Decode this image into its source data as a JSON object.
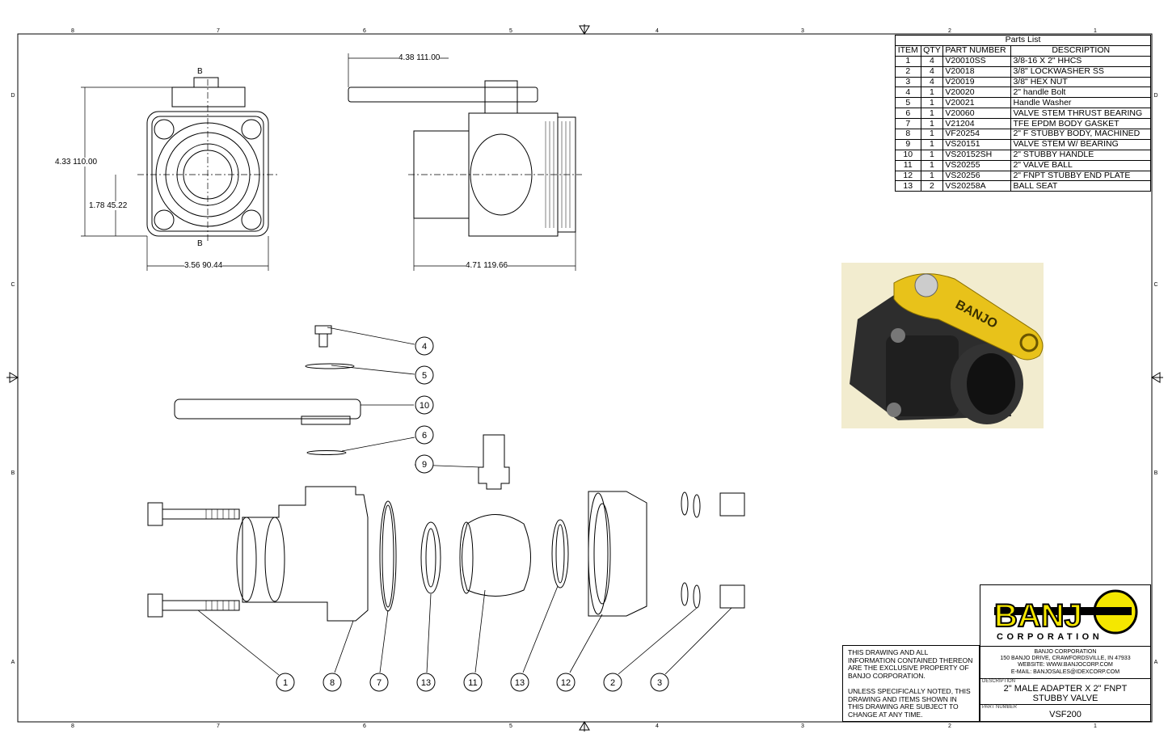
{
  "frame": {
    "columns": [
      "8",
      "7",
      "6",
      "5",
      "4",
      "3",
      "2",
      "1"
    ],
    "rows": [
      "D",
      "C",
      "B",
      "A"
    ]
  },
  "dimensions": {
    "top_handle": "4.38 111.00",
    "front_height": "4.33 110.00",
    "front_center": "1.78 45.22",
    "front_width": "3.56 90.44",
    "side_length": "4.71 119.66",
    "section_mark_top": "B",
    "section_mark_bottom": "B"
  },
  "balloons": {
    "side": [
      "4",
      "5",
      "10",
      "6",
      "9"
    ],
    "bottom": [
      "1",
      "8",
      "7",
      "13",
      "11",
      "13",
      "12",
      "2",
      "3"
    ]
  },
  "parts_list": {
    "title": "Parts List",
    "headers": [
      "ITEM",
      "QTY",
      "PART NUMBER",
      "DESCRIPTION"
    ],
    "rows": [
      [
        "1",
        "4",
        "V20010SS",
        "3/8-16 X 2\" HHCS"
      ],
      [
        "2",
        "4",
        "V20018",
        "3/8\" LOCKWASHER SS"
      ],
      [
        "3",
        "4",
        "V20019",
        "3/8\" HEX NUT"
      ],
      [
        "4",
        "1",
        "V20020",
        "2\" handle Bolt"
      ],
      [
        "5",
        "1",
        "V20021",
        "Handle Washer"
      ],
      [
        "6",
        "1",
        "V20060",
        "VALVE STEM THRUST BEARING"
      ],
      [
        "7",
        "1",
        "V21204",
        "TFE EPDM BODY GASKET"
      ],
      [
        "8",
        "1",
        "VF20254",
        "2\" F STUBBY BODY, MACHINED"
      ],
      [
        "9",
        "1",
        "VS20151",
        "VALVE STEM W/ BEARING"
      ],
      [
        "10",
        "1",
        "VS20152SH",
        "2\" STUBBY HANDLE"
      ],
      [
        "11",
        "1",
        "VS20255",
        "2\" VALVE BALL"
      ],
      [
        "12",
        "1",
        "VS20256",
        "2\" FNPT STUBBY END PLATE"
      ],
      [
        "13",
        "2",
        "VS20258A",
        "BALL SEAT"
      ]
    ]
  },
  "title_block": {
    "logo_text": "BANJO",
    "logo_sub": "CORPORATION",
    "company": "BANJO CORPORATION",
    "address": "150 BANJO DRIVE, CRAWFORDSVILLE, IN 47933",
    "website": "WEBSITE: WWW.BANJOCORP.COM",
    "email": "E-MAIL: BANJOSALES@IDEXCORP.COM",
    "description_label": "DESCRIPTION",
    "description": "2\" MALE ADAPTER X 2\" FNPT STUBBY VALVE",
    "part_number_label": "PART NUMBER",
    "part_number": "VSF200",
    "notice_1": "THIS DRAWING AND ALL INFORMATION CONTAINED THEREON ARE THE EXCLUSIVE PROPERTY OF BANJO CORPORATION.",
    "notice_2": "UNLESS SPECIFICALLY NOTED, THIS DRAWING AND ITEMS SHOWN IN THIS DRAWING ARE SUBJECT TO CHANGE AT ANY TIME."
  },
  "colors": {
    "handle_yellow": "#e8c21a",
    "photo_bg": "#f2eccf",
    "body_dark": "#2b2b2b"
  }
}
